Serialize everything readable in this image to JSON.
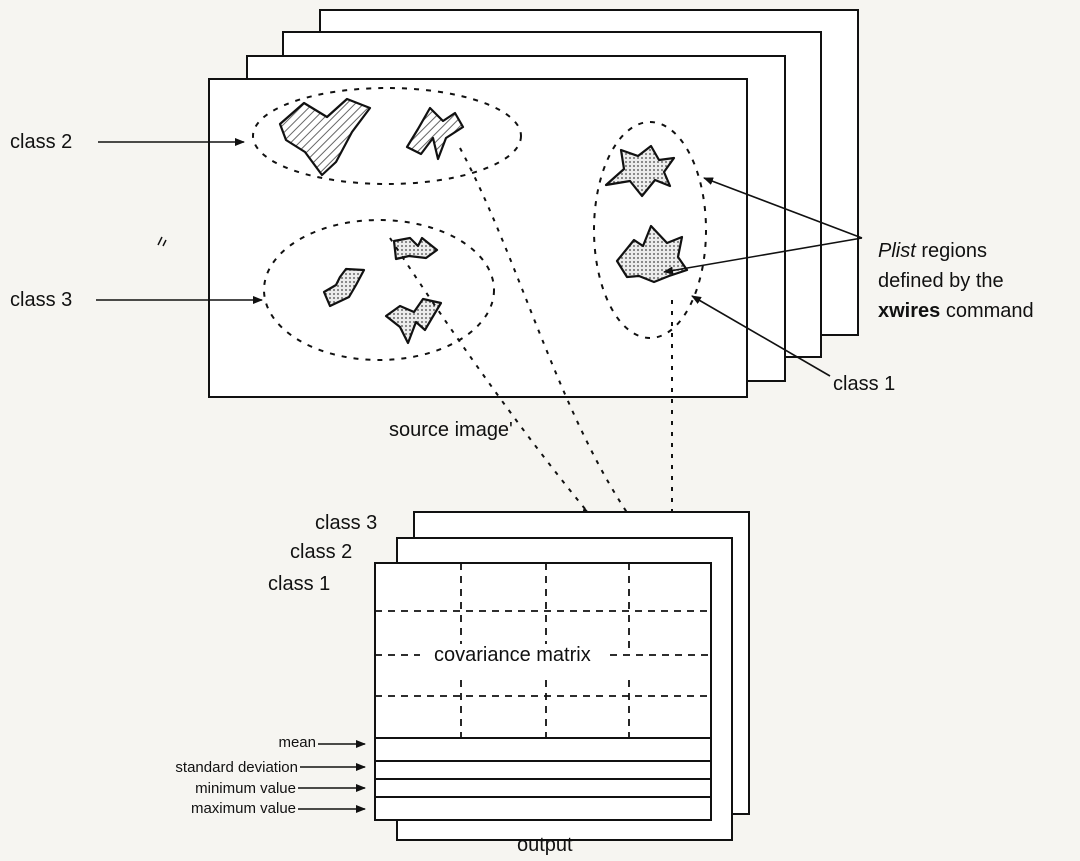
{
  "source": {
    "class_labels": {
      "class2": "class 2",
      "class3": "class 3",
      "class1": "class 1"
    },
    "plist_label": {
      "italic": "Plist",
      "rest": " regions",
      "line2": "defined by the",
      "bold": "xwires",
      "command": " command"
    },
    "caption": "source image'"
  },
  "output": {
    "class_tabs": {
      "class3": "class 3",
      "class2": "class 2",
      "class1": "class 1"
    },
    "matrix_label": "covariance matrix",
    "stat_labels": {
      "mean": "mean",
      "std": "standard deviation",
      "min": "minimum value",
      "max": "maximum value"
    },
    "caption": "output"
  }
}
